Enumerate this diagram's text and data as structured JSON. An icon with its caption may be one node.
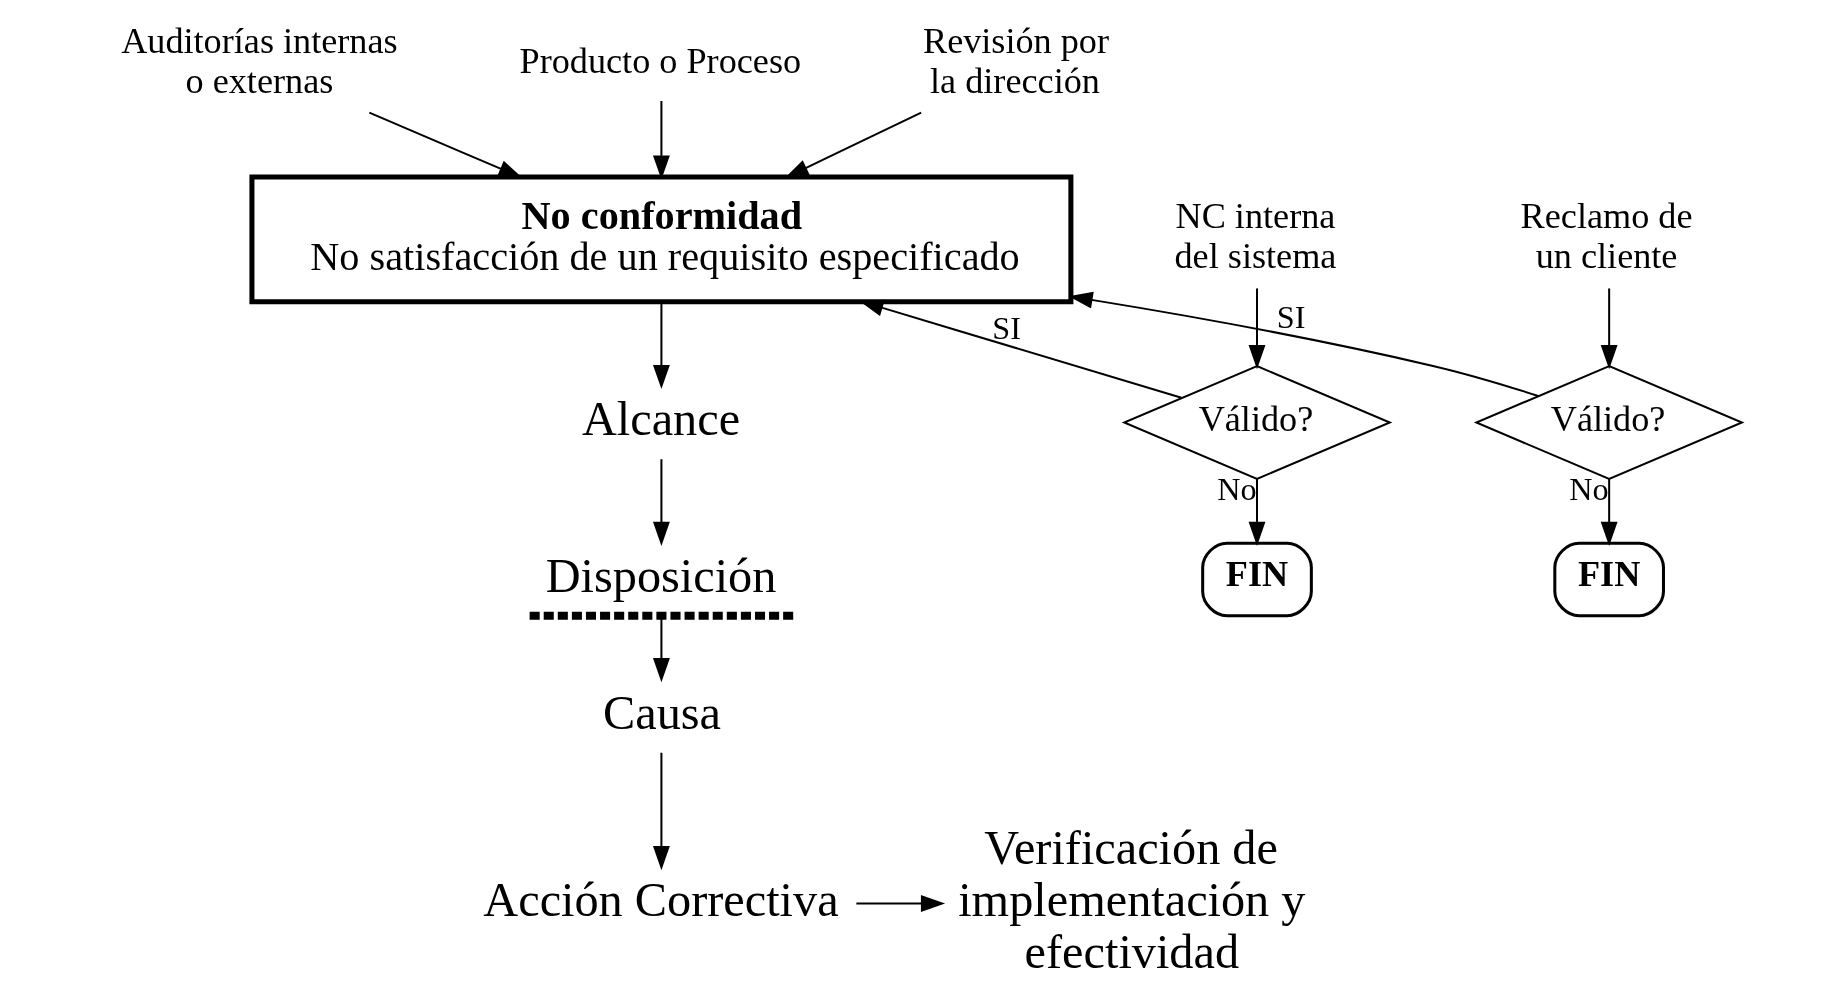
{
  "diagram": {
    "nodes": [
      {
        "text": [
          "Auditorías internas o externas"
        ]
      },
      {
        "text": [
          "Producto o Proceso"
        ]
      },
      {
        "text": [
          "Revisión por la dirección"
        ]
      },
      {
        "text": [
          "No conformidad",
          "No satisfacción de un requisito especificado"
        ]
      },
      {
        "text": [
          "NC interna del sistema"
        ]
      },
      {
        "text": [
          "Válido?"
        ]
      },
      {
        "text": [
          "FIN"
        ]
      },
      {
        "text": [
          "Reclamo de un cliente"
        ]
      },
      {
        "text": [
          "Válido?"
        ]
      },
      {
        "text": [
          "FIN"
        ]
      },
      {
        "text": [
          "Alcance"
        ]
      },
      {
        "text": [
          "Disposición"
        ]
      },
      {
        "text": [
          "Causa"
        ]
      },
      {
        "text": [
          "Acción Correctiva"
        ]
      },
      {
        "text": [
          "Verificación de implementación y efectividad"
        ]
      }
    ],
    "edges": [
      {
        "from": 0,
        "to": 3,
        "arrow": "to"
      },
      {
        "from": 1,
        "to": 3,
        "arrow": "to"
      },
      {
        "from": 2,
        "to": 3,
        "arrow": "to"
      },
      {
        "from": 4,
        "to": 5,
        "arrow": "to"
      },
      {
        "from": 5,
        "to": 3,
        "arrow": "to",
        "label": "SI"
      },
      {
        "from": 5,
        "to": 6,
        "arrow": "to",
        "label": "No"
      },
      {
        "from": 7,
        "to": 8,
        "arrow": "to"
      },
      {
        "from": 8,
        "to": 3,
        "arrow": "to",
        "label": "SI"
      },
      {
        "from": 8,
        "to": 9,
        "arrow": "to",
        "label": "No"
      },
      {
        "from": 3,
        "to": 10,
        "arrow": "to"
      },
      {
        "from": 10,
        "to": 11,
        "arrow": "to"
      },
      {
        "from": 11,
        "to": 12,
        "arrow": "to"
      },
      {
        "from": 12,
        "to": 13,
        "arrow": "to"
      },
      {
        "from": 13,
        "to": 14,
        "arrow": "to"
      }
    ]
  }
}
